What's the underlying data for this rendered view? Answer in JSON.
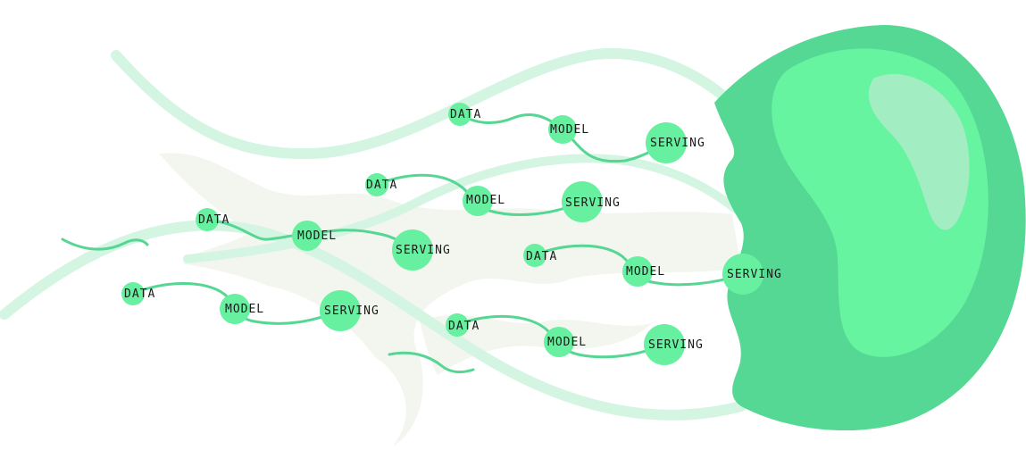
{
  "colors": {
    "background": "#ffffff",
    "node": "#66f0a0",
    "string": "#55d693",
    "tentacle": "#d4f5e2",
    "mist": "#f3f6ee",
    "head_outer": "#55d893",
    "head_inner": "#66f4a0",
    "head_highlight": "#a2eec2",
    "label": "#1a1a1a"
  },
  "pipelines": [
    {
      "data": "DATA",
      "model": "MODEL",
      "serving": "SERVING"
    },
    {
      "data": "DATA",
      "model": "MODEL",
      "serving": "SERVING"
    },
    {
      "data": "DATA",
      "model": "MODEL",
      "serving": "SERVING"
    },
    {
      "data": "DATA",
      "model": "MODEL",
      "serving": "SERVING"
    },
    {
      "data": "DATA",
      "model": "MODEL",
      "serving": "SERVING"
    },
    {
      "data": "DATA",
      "model": "MODEL",
      "serving": "SERVING"
    }
  ]
}
